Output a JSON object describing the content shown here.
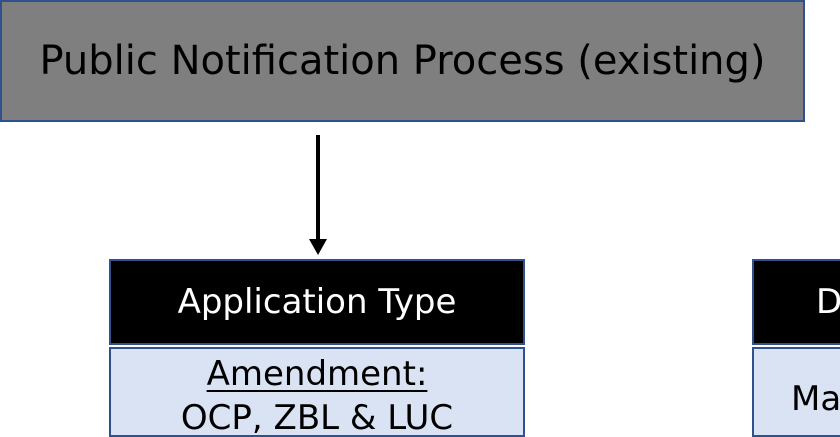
{
  "header": {
    "title": "Public Notification Process (existing)"
  },
  "application_type": {
    "title": "Application Type",
    "amendment_label": "Amendment:",
    "amendment_detail": "OCP, ZBL & LUC"
  },
  "right_column": {
    "title_partial": "D",
    "body_partial": "Ma"
  },
  "colors": {
    "header_fill": "#7f7f7f",
    "box_border": "#2f528f",
    "title_bar_fill": "#000000",
    "body_fill": "#dae3f3"
  }
}
